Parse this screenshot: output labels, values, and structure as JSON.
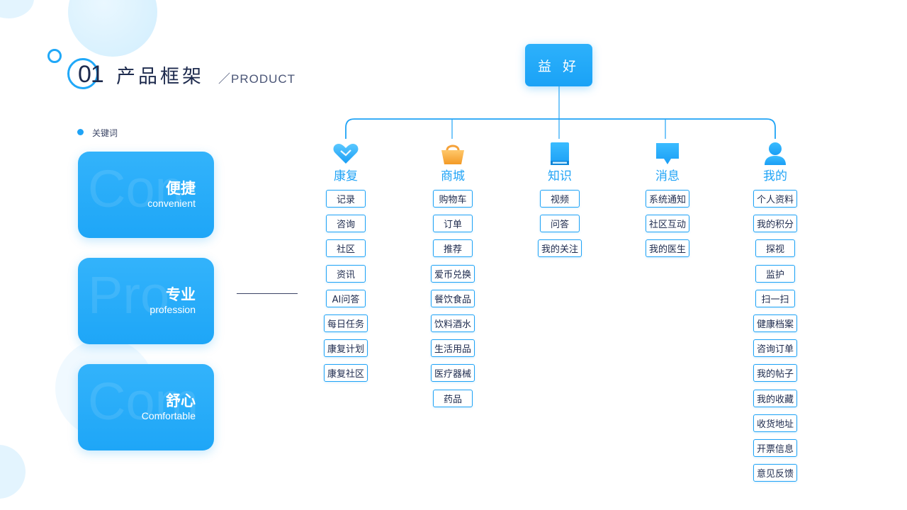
{
  "header": {
    "number": "01",
    "title": "产品框架",
    "subtitle": "／PRODUCT"
  },
  "keywords": {
    "label": "关键词",
    "cards": [
      {
        "title": "便捷",
        "en": "convenient",
        "bg": "Con"
      },
      {
        "title": "专业",
        "en": "profession",
        "bg": "Pro"
      },
      {
        "title": "舒心",
        "en": "Comfortable",
        "bg": "Com"
      }
    ]
  },
  "tree": {
    "root": "益 好",
    "branches": [
      {
        "label": "康复",
        "icon": "heart-icon",
        "items": [
          "记录",
          "咨询",
          "社区",
          "资讯",
          "AI问答",
          "每日任务",
          "康复计划",
          "康复社区"
        ]
      },
      {
        "label": "商城",
        "icon": "shopping-basket-icon",
        "items": [
          "购物车",
          "订单",
          "推荐",
          "爱币兑换",
          "餐饮食品",
          "饮料酒水",
          "生活用品",
          "医疗器械",
          "药品"
        ]
      },
      {
        "label": "知识",
        "icon": "book-icon",
        "items": [
          "视频",
          "问答",
          "我的关注"
        ]
      },
      {
        "label": "消息",
        "icon": "chat-bubble-icon",
        "items": [
          "系统通知",
          "社区互动",
          "我的医生"
        ]
      },
      {
        "label": "我的",
        "icon": "user-icon",
        "items": [
          "个人资料",
          "我的积分",
          "探视",
          "监护",
          "扫一扫",
          "健康档案",
          "咨询订单",
          "我的帖子",
          "我的收藏",
          "收货地址",
          "开票信息",
          "意见反馈"
        ]
      }
    ]
  },
  "colors": {
    "accent": "#1fa3f6",
    "text": "#1d2a4d",
    "basket": "#f9a83a"
  }
}
